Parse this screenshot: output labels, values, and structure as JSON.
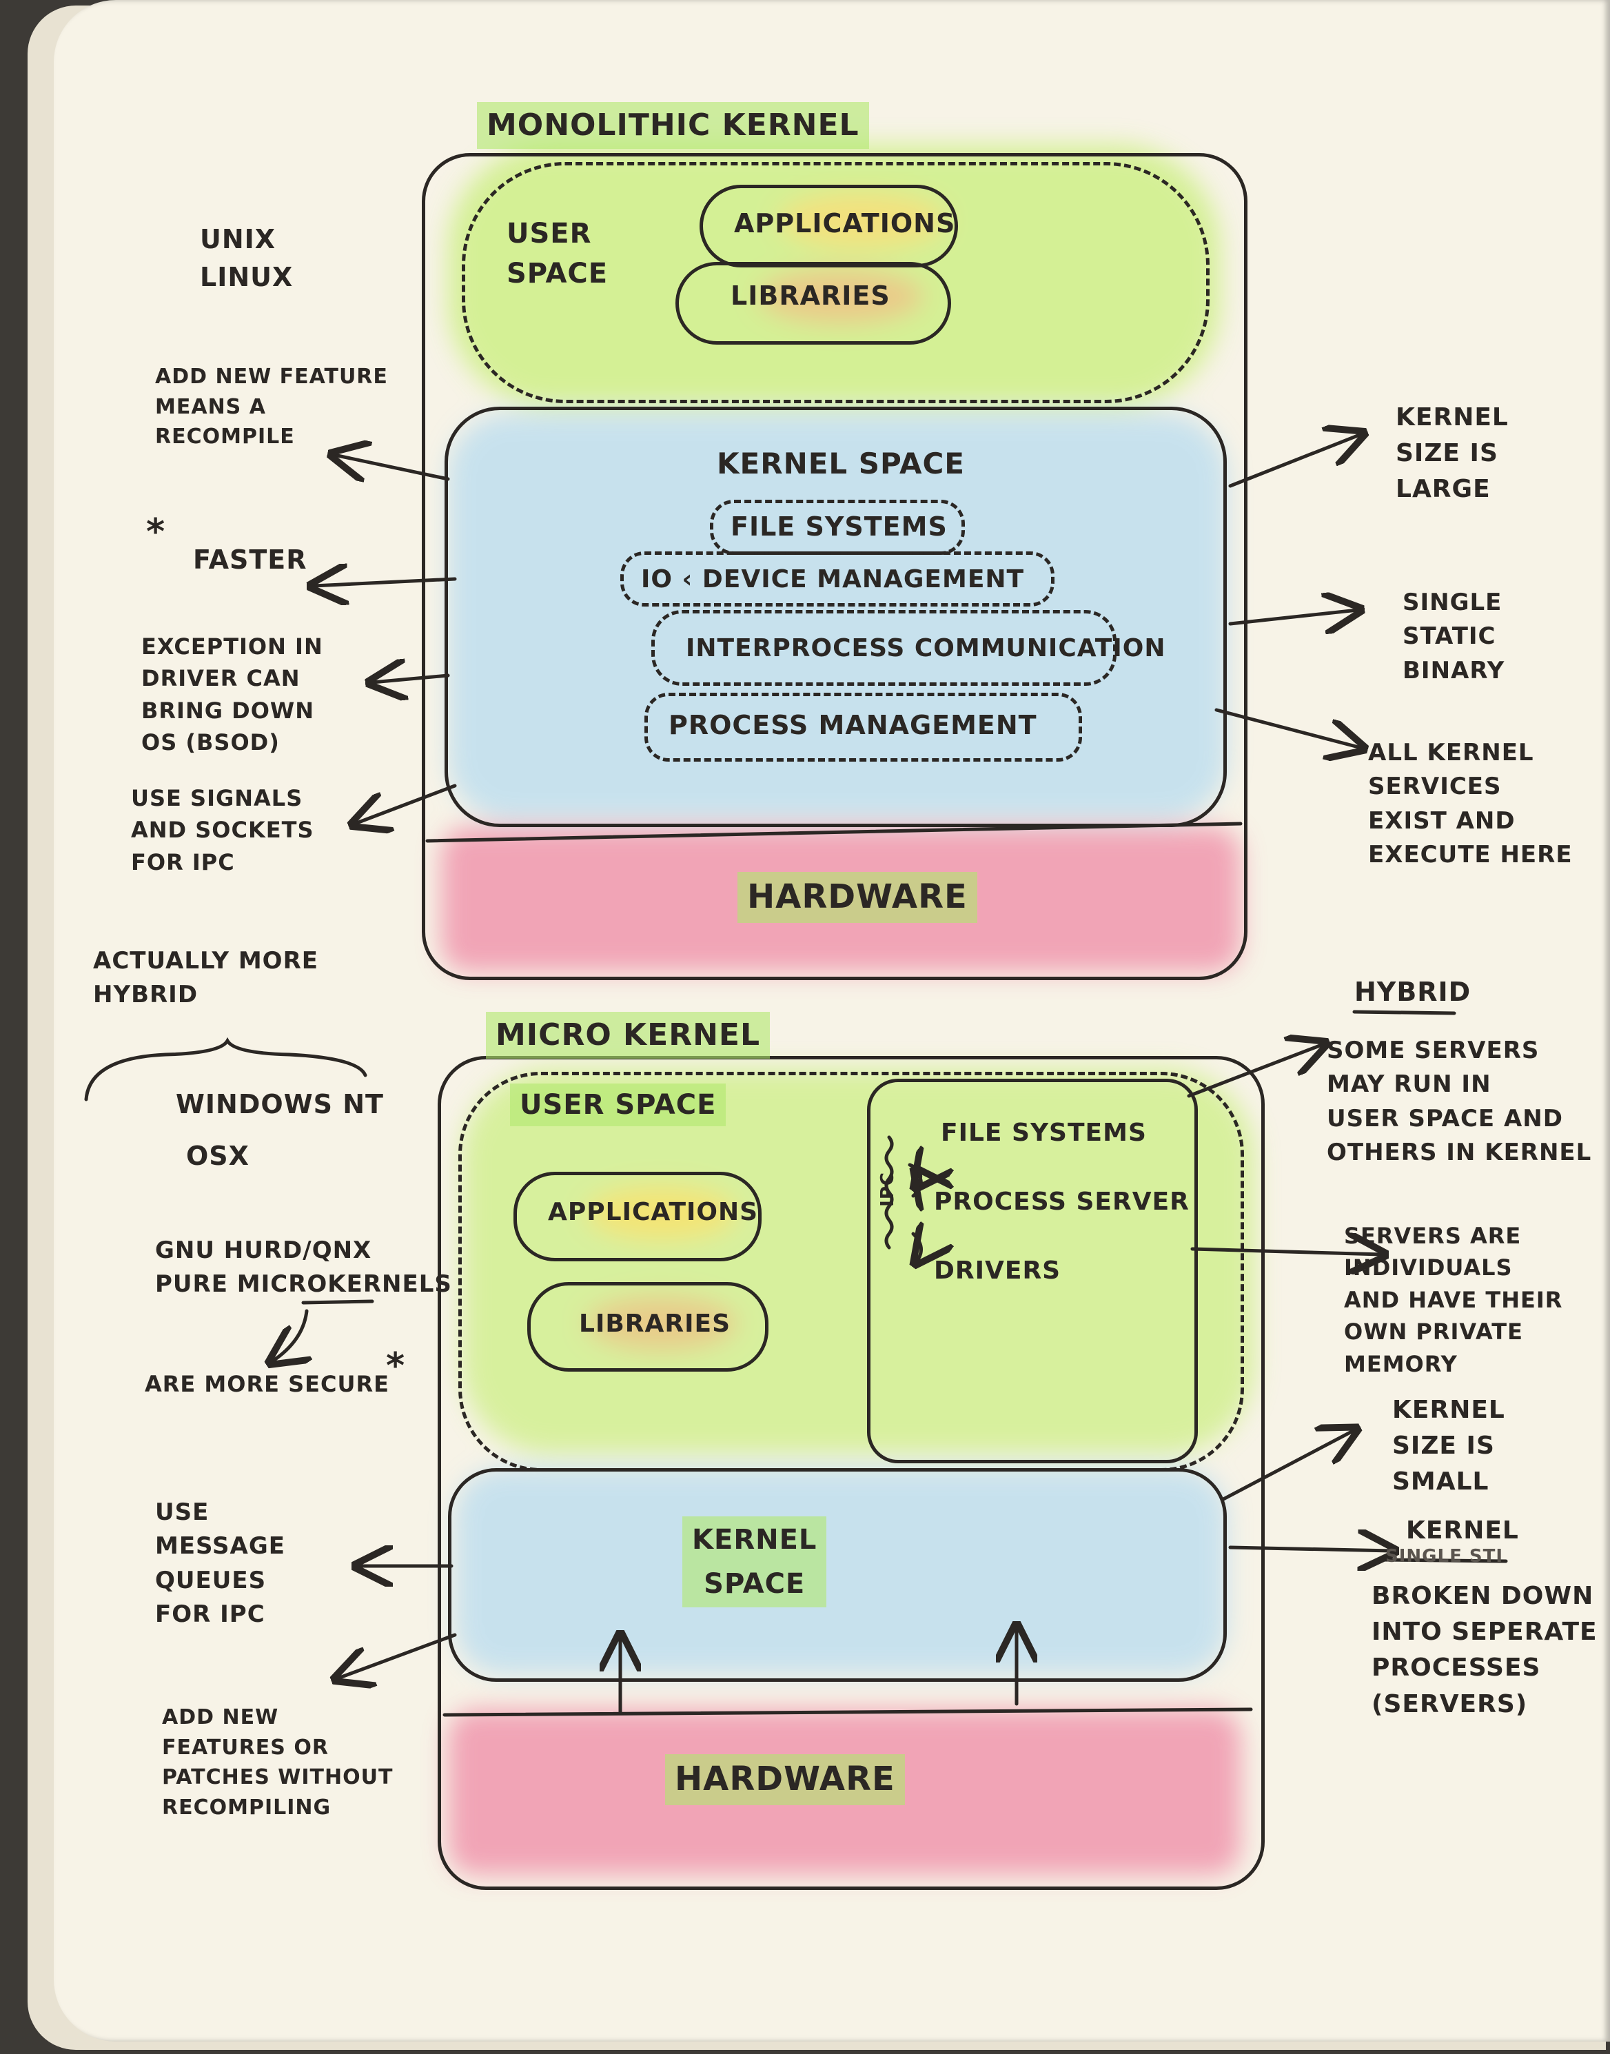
{
  "monolithic": {
    "title": "MONOLITHIC KERNEL",
    "user_space_label": "USER\nSPACE",
    "applications": "APPLICATIONS",
    "libraries": "LIBRARIES",
    "kernel_space_label": "KERNEL SPACE",
    "file_systems": "FILE SYSTEMS",
    "io_device": "IO ‹ DEVICE MANAGEMENT",
    "ipc": "INTERPROCESS COMMUNICATION",
    "process_mgmt": "PROCESS MANAGEMENT",
    "hardware": "HARDWARE",
    "left_notes": {
      "examples": "UNIX\nLINUX",
      "recompile": "ADD NEW FEATURE\nMEANS A\nRECOMPILE",
      "star": "*",
      "faster": "FASTER",
      "exception": "EXCEPTION IN\nDRIVER CAN\nBRING DOWN\nOS (BSOD)",
      "signals": "USE SIGNALS\nAND SOCKETS\nFOR IPC"
    },
    "right_notes": {
      "size": "KERNEL\nSIZE IS\nLARGE",
      "binary": "SINGLE\nSTATIC\nBINARY",
      "services": "ALL KERNEL\nSERVICES\nEXIST AND\nEXECUTE HERE"
    }
  },
  "middle_notes": {
    "hybrid_note": "ACTUALLY MORE\nHYBRID",
    "windows": "WINDOWS NT",
    "osx": "OSX"
  },
  "micro": {
    "title": "MICRO KERNEL",
    "user_space_label": "USER SPACE",
    "applications": "APPLICATIONS",
    "libraries": "LIBRARIES",
    "ipc_label": "IPC",
    "file_systems": "FILE SYSTEMS",
    "process_server": "PROCESS SERVER",
    "drivers": "DRIVERS",
    "kernel_space_label": "KERNEL\nSPACE",
    "hardware": "HARDWARE",
    "left_notes": {
      "gnu": "GNU HURD/QNX\nPURE MICROKERNELS",
      "secure": "ARE MORE SECURE",
      "star": "*",
      "queues": "USE\nMESSAGE\nQUEUES\nFOR IPC",
      "patches": "ADD NEW\nFEATURES OR\nPATCHES WITHOUT\nRECOMPILING"
    },
    "right_notes": {
      "hybrid_title": "HYBRID",
      "hybrid_text": "SOME SERVERS\nMAY RUN IN\nUSER SPACE AND\nOTHERS IN KERNEL",
      "servers": "SERVERS ARE\nINDIVIDUALS\nAND HAVE THEIR\nOWN PRIVATE MEMORY",
      "size": "KERNEL\nSIZE IS\nSMALL",
      "broken_kernel": "KERNEL",
      "broken_struck": "SINGLE STI",
      "broken": "BROKEN DOWN\nINTO SEPERATE\nPROCESSES\n(SERVERS)"
    }
  }
}
